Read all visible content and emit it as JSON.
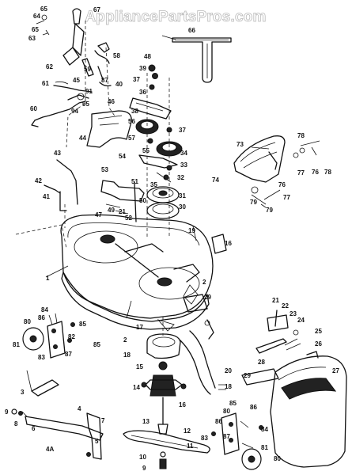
{
  "watermark": "AppliancePartsPros.com",
  "callouts": {
    "c1": "1",
    "c2": "2",
    "c3": "3",
    "c4": "4",
    "c4a": "4A",
    "c5": "5",
    "c6": "6",
    "c7": "7",
    "c8": "8",
    "c9": "9",
    "c10": "10",
    "c11": "11",
    "c12": "12",
    "c13": "13",
    "c14": "14",
    "c15": "15",
    "c16": "16",
    "c16b": "16",
    "c17": "17",
    "c18": "18",
    "c19": "19",
    "c20": "20",
    "c21": "21",
    "c21b": "21",
    "c22": "22",
    "c23": "23",
    "c24": "24",
    "c25": "25",
    "c26": "26",
    "c27": "27",
    "c28": "28",
    "c29": "29",
    "c30": "30",
    "c31": "31",
    "c32": "32",
    "c33": "33",
    "c34": "34",
    "c35": "35",
    "c36": "36",
    "c37": "37",
    "c37b": "37",
    "c38": "38",
    "c39": "39",
    "c40": "40",
    "c41": "41",
    "c42": "42",
    "c43": "43",
    "c44": "44",
    "c45": "45",
    "c46": "46",
    "c47": "47",
    "c48": "48",
    "c49": "49",
    "c50": "50",
    "c51": "51",
    "c52": "52",
    "c53": "53",
    "c54": "54",
    "c55": "55",
    "c56": "56",
    "c57": "57",
    "c58": "58",
    "c59": "59",
    "c60": "60",
    "c61": "61",
    "c62": "62",
    "c63": "63",
    "c64": "64",
    "c65": "65",
    "c66": "66",
    "c67": "67",
    "c73": "73",
    "c74": "74",
    "c76": "76",
    "c76b": "76",
    "c77": "77",
    "c77b": "77",
    "c78": "78",
    "c78b": "78",
    "c79": "79",
    "c79b": "79",
    "c80": "80",
    "c80b": "80",
    "c81": "81",
    "c81b": "81",
    "c82": "82",
    "c83": "83",
    "c83b": "83",
    "c84": "84",
    "c84b": "84",
    "c85": "85",
    "c85b": "85",
    "c86": "86",
    "c86b": "86",
    "c87": "87",
    "c87b": "87",
    "c87c": "87",
    "c91": "91",
    "c94": "94",
    "c95": "95"
  }
}
